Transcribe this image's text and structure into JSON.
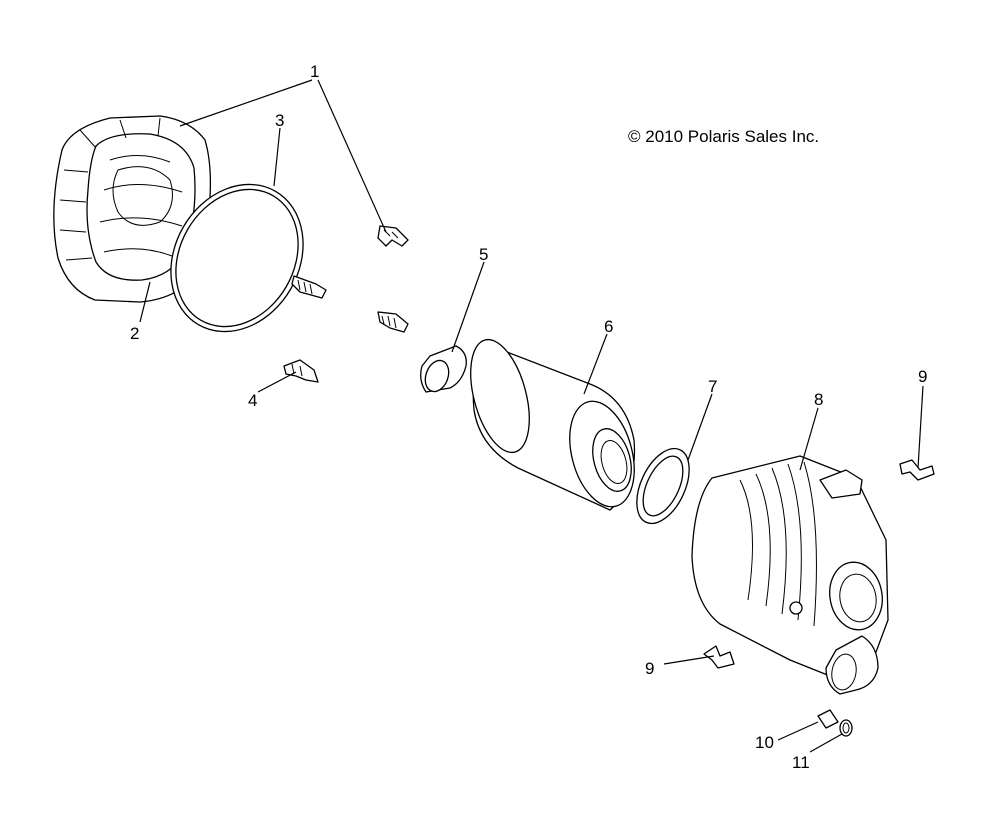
{
  "copyright": "© 2010 Polaris Sales Inc.",
  "callouts": {
    "c1": "1",
    "c2": "2",
    "c3": "3",
    "c4": "4",
    "c5": "5",
    "c6": "6",
    "c7": "7",
    "c8": "8",
    "c9a": "9",
    "c9b": "9",
    "c10": "10",
    "c11": "11"
  }
}
